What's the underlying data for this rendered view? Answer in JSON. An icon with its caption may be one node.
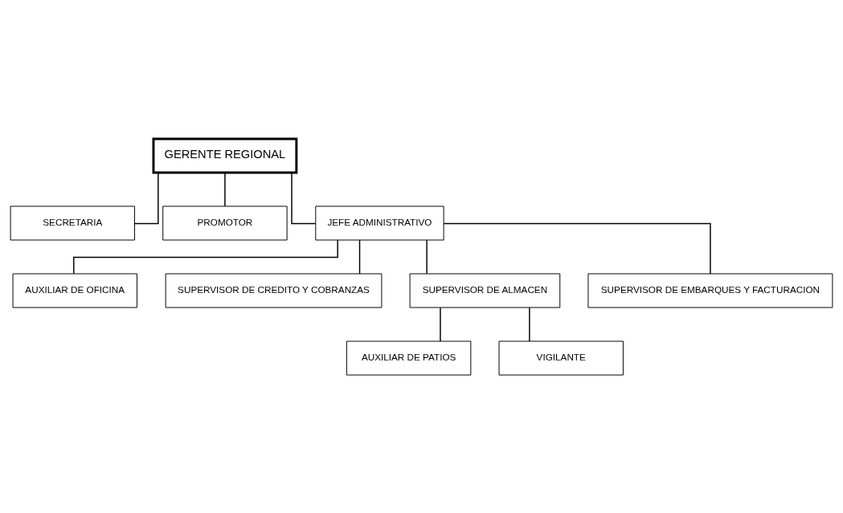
{
  "diagram": {
    "nodes": [
      {
        "text": [
          "GERENTE REGIONAL"
        ]
      },
      {
        "text": [
          "SECRETARIA"
        ]
      },
      {
        "text": [
          "PROMOTOR"
        ]
      },
      {
        "text": [
          "JEFE ADMINISTRATIVO"
        ]
      },
      {
        "text": [
          "AUXILIAR DE OFICINA"
        ]
      },
      {
        "text": [
          "SUPERVISOR DE CREDITO Y COBRANZAS"
        ]
      },
      {
        "text": [
          "SUPERVISOR DE ALMACEN"
        ]
      },
      {
        "text": [
          "SUPERVISOR DE EMBARQUES Y FACTURACION"
        ]
      },
      {
        "text": [
          "AUXILIAR DE PATIOS"
        ]
      },
      {
        "text": [
          "VIGILANTE"
        ]
      }
    ],
    "edges": [
      {
        "from": 0,
        "to": 1,
        "arrow": "none"
      },
      {
        "from": 0,
        "to": 2,
        "arrow": "none"
      },
      {
        "from": 0,
        "to": 3,
        "arrow": "none"
      },
      {
        "from": 3,
        "to": 4,
        "arrow": "none"
      },
      {
        "from": 3,
        "to": 5,
        "arrow": "none"
      },
      {
        "from": 3,
        "to": 6,
        "arrow": "none"
      },
      {
        "from": 3,
        "to": 7,
        "arrow": "none"
      },
      {
        "from": 6,
        "to": 8,
        "arrow": "none"
      },
      {
        "from": 6,
        "to": 9,
        "arrow": "none"
      }
    ]
  }
}
